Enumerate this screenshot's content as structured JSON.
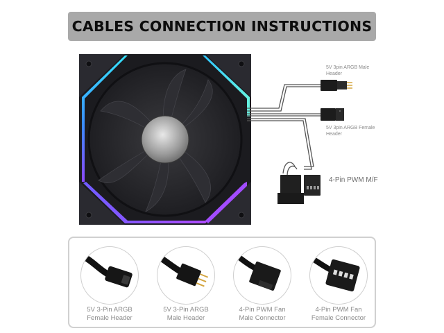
{
  "title": "CABLES CONNECTION INSTRUCTIONS",
  "labels": {
    "argb_male": [
      "5V 3pin ARGB Male",
      "Header"
    ],
    "argb_female": [
      "5V 3pin ARGB Female",
      "Header"
    ],
    "pwm": "4-Pin PWM M/F"
  },
  "connectors": [
    {
      "line1": "5V 3-Pin ARGB",
      "line2": "Female Header"
    },
    {
      "line1": "5V 3-Pin ARGB",
      "line2": "Male Header"
    },
    {
      "line1": "4-Pin PWM Fan",
      "line2": "Male Connector"
    },
    {
      "line1": "4-Pin PWM Fan",
      "line2": "Female Connector"
    }
  ],
  "colors": {
    "title_bg": "#a9a9a9",
    "frame": "#1b1b1f",
    "rgb_blue": "#2ec5ff",
    "rgb_purple": "#8a4dff",
    "rgb_cyan": "#5ef2e6"
  }
}
